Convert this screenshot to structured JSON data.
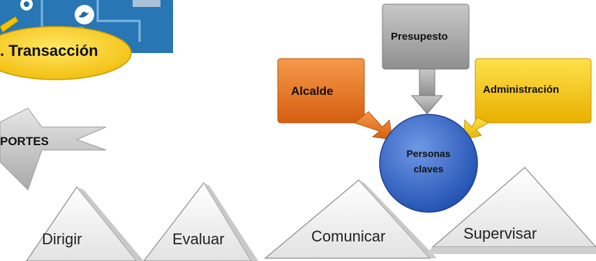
{
  "top_left": {
    "transaction_label": ". Transacción"
  },
  "left_arrow": {
    "label": "PORTES"
  },
  "boxes": {
    "presupuesto": "Presupesto",
    "alcalde": "Alcalde",
    "administracion": "Administración"
  },
  "center": {
    "line1": "Personas",
    "line2": "claves"
  },
  "triangles": [
    "Dirigir",
    "Evaluar",
    "Comunicar",
    "Supervisar"
  ],
  "colors": {
    "orange": "#e8711c",
    "gray": "#a6a6a6",
    "yellow": "#f5c400",
    "blue": "#2e63c7",
    "triangle_fill": "#f2f2f2",
    "banner_blue": "#1f6aa8"
  },
  "icons": [
    "gear-icon",
    "twitter-icon"
  ]
}
